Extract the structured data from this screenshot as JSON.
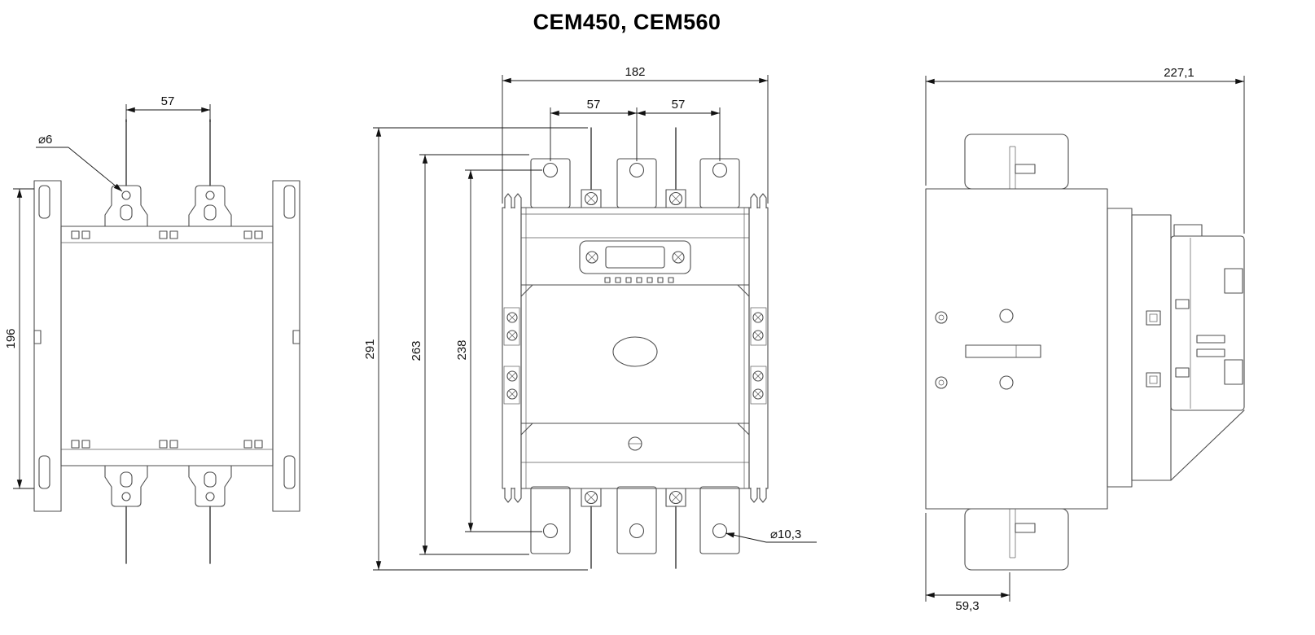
{
  "title": "CEM450, CEM560",
  "views": {
    "rear": {
      "dims": {
        "terminal_pitch": "57",
        "hole_diameter": "⌀6",
        "mounting_height": "196"
      }
    },
    "front": {
      "dims": {
        "overall_width": "182",
        "pitch_left": "57",
        "pitch_right": "57",
        "overall_height": "291",
        "terminal_height": "263",
        "hole_span": "238",
        "hole_diameter": "⌀10,3"
      }
    },
    "side": {
      "dims": {
        "overall_depth": "227,1",
        "base_depth": "59,3"
      }
    }
  }
}
